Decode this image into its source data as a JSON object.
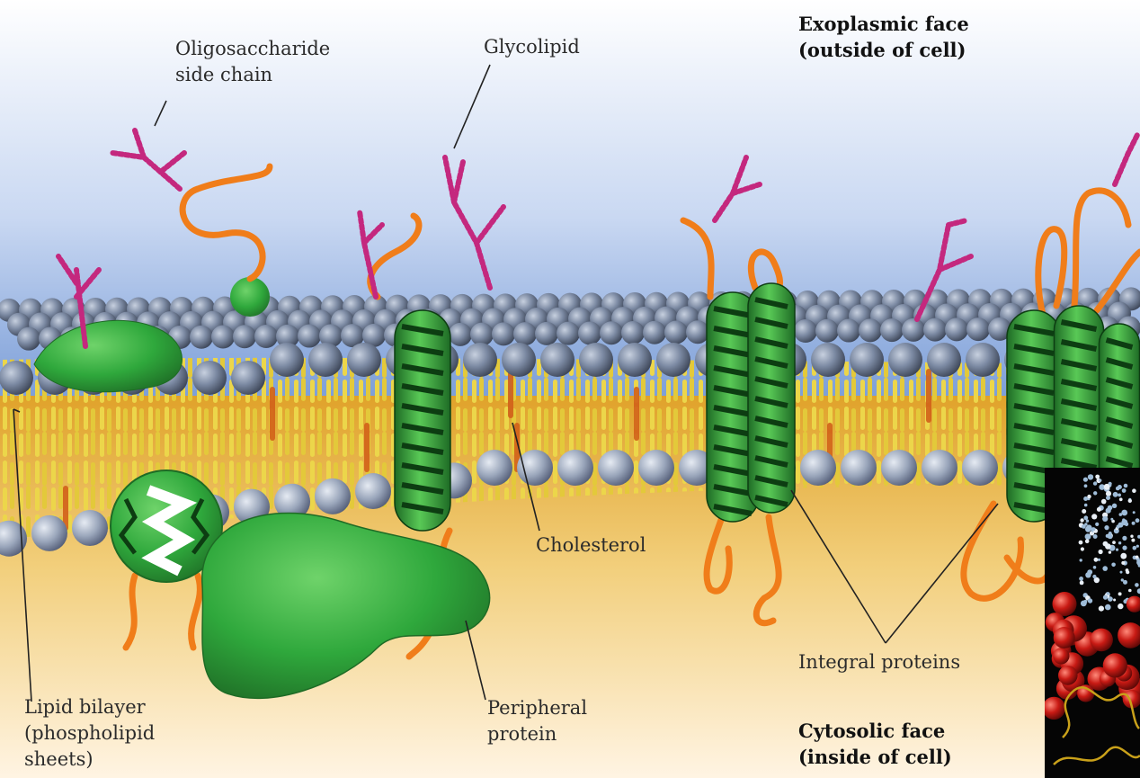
{
  "labels": {
    "oligosaccharide": "Oligosaccharide\nside chain",
    "glycolipid": "Glycolipid",
    "exoplasmic_face": "Exoplasmic face\n(outside of cell)",
    "cholesterol": "Cholesterol",
    "integral_proteins": "Integral proteins",
    "lipid_bilayer": "Lipid bilayer\n(phospholipid\nsheets)",
    "peripheral_protein": "Peripheral\nprotein",
    "cytosolic_face": "Cytosolic face\n(inside of cell)"
  },
  "colors": {
    "sky_top": "#ffffff",
    "sky_bottom": "#7d9fd8",
    "cytosol_top": "#e0a22a",
    "cytosol_bottom": "#fff4e3",
    "lipid_head": "#7c8aa3",
    "lipid_head_dark": "#3d4658",
    "lipid_tail": "#ecd64a",
    "cholesterol": "#d2601a",
    "protein_green": "#2fa83c",
    "protein_dark": "#1e6b25",
    "chain_orange": "#f07d1a",
    "sugar_magenta": "#c4287e",
    "inset_red": "#c81a14"
  },
  "icons": {
    "inset": "molecular-model-inset-icon"
  }
}
